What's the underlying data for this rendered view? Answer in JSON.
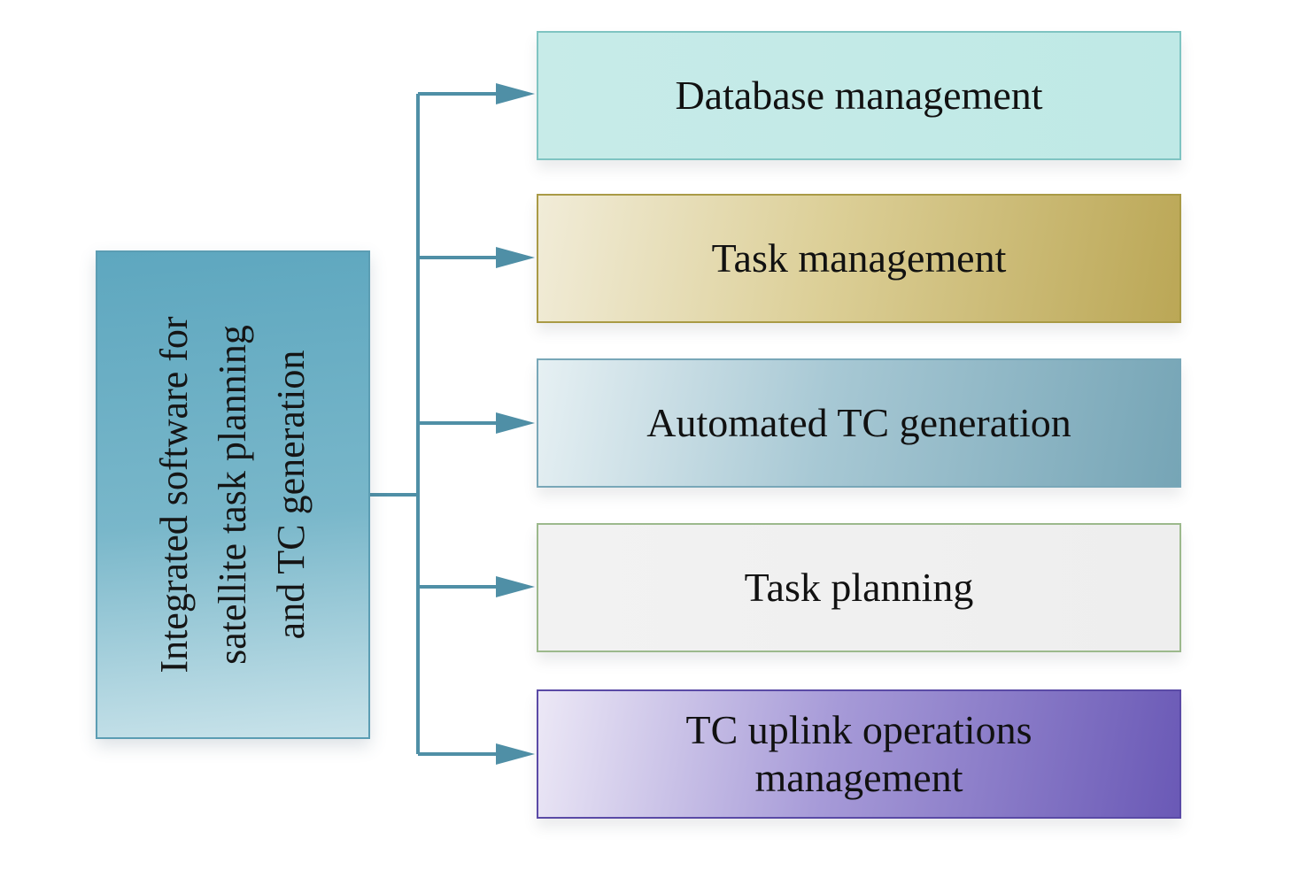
{
  "root": {
    "lines": [
      "Integrated software for",
      "satellite task planning",
      "and TC generation"
    ]
  },
  "children": [
    {
      "lines": [
        "Database management"
      ]
    },
    {
      "lines": [
        "Task management"
      ]
    },
    {
      "lines": [
        "Automated TC generation"
      ]
    },
    {
      "lines": [
        "Task planning"
      ]
    },
    {
      "lines": [
        "TC uplink operations",
        "management"
      ]
    }
  ],
  "colors": {
    "connector": "#4f8fa6",
    "root_fill": "#6aaec4",
    "database_fill": "#c3eae7",
    "task_management_fill": "#c9b86a",
    "automated_tc_fill": "#8ab4c3",
    "task_planning_fill": "#eeeeee",
    "tc_uplink_fill": "#7a69c1"
  }
}
